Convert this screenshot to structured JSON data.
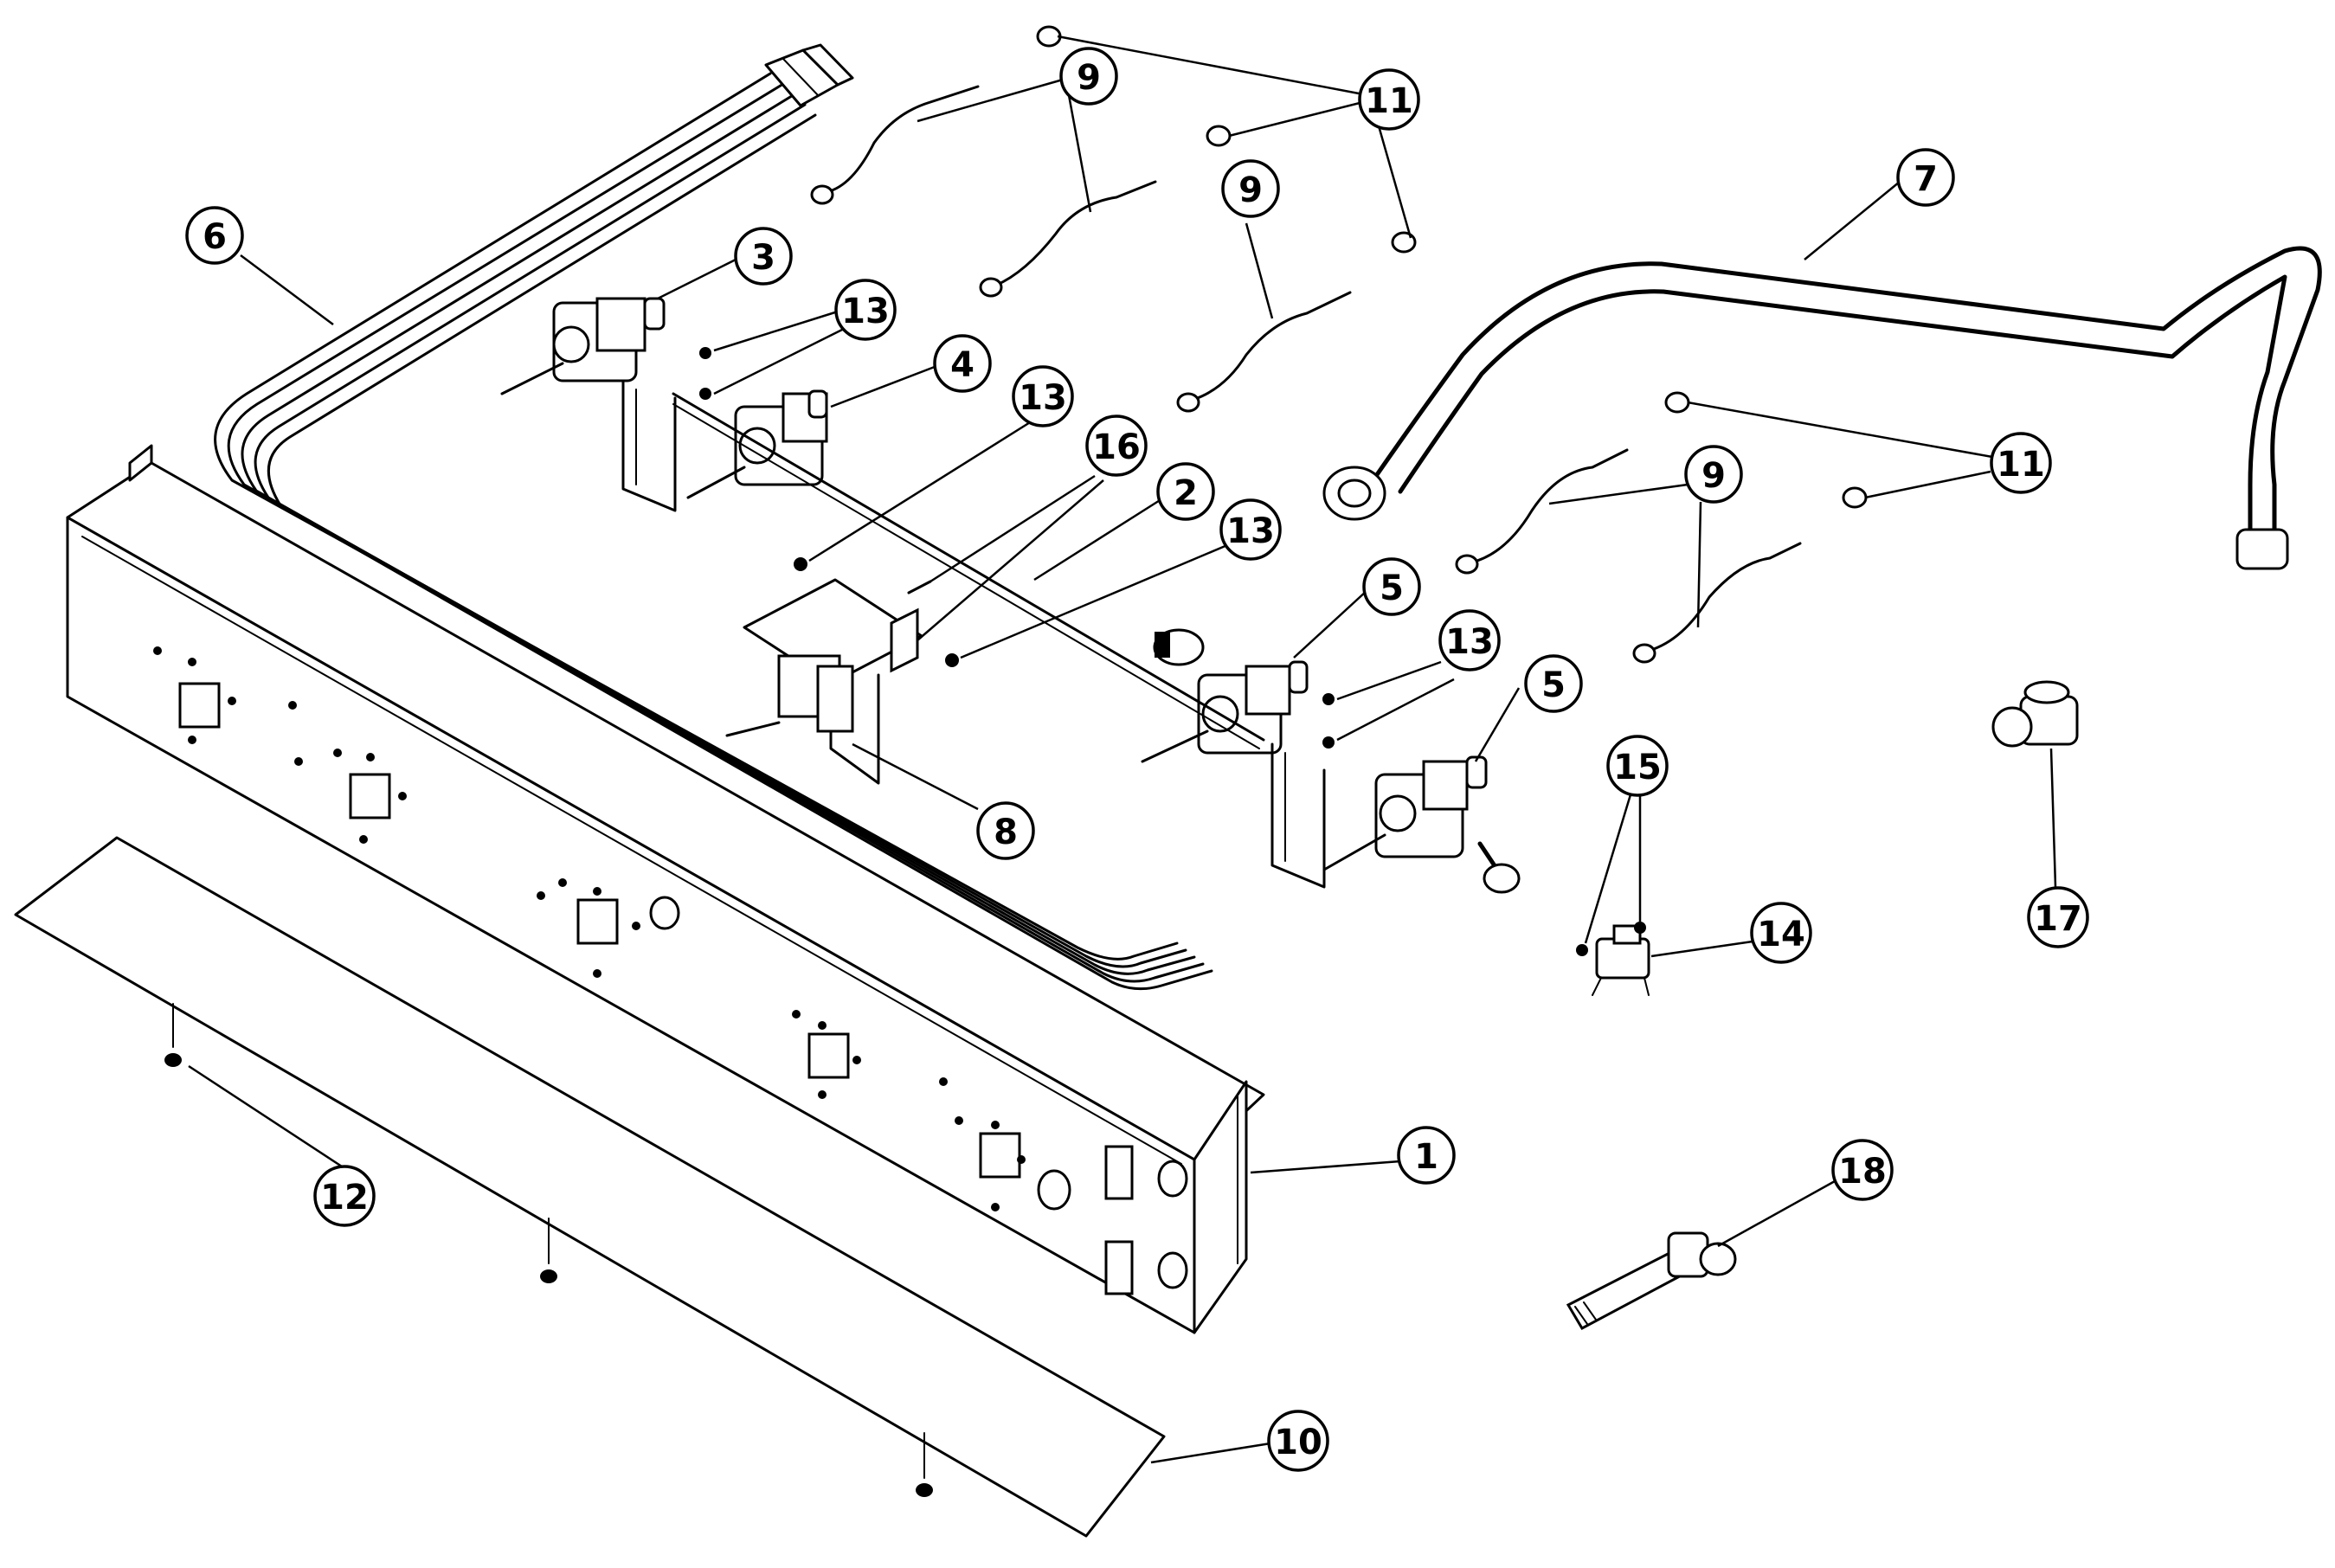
{
  "diagram": {
    "callouts": [
      {
        "id": "c1",
        "label": "1"
      },
      {
        "id": "c2",
        "label": "2"
      },
      {
        "id": "c3",
        "label": "3"
      },
      {
        "id": "c4",
        "label": "4"
      },
      {
        "id": "c5a",
        "label": "5"
      },
      {
        "id": "c5b",
        "label": "5"
      },
      {
        "id": "c6",
        "label": "6"
      },
      {
        "id": "c7",
        "label": "7"
      },
      {
        "id": "c8",
        "label": "8"
      },
      {
        "id": "c9a",
        "label": "9"
      },
      {
        "id": "c9b",
        "label": "9"
      },
      {
        "id": "c9c",
        "label": "9"
      },
      {
        "id": "c10",
        "label": "10"
      },
      {
        "id": "c11a",
        "label": "11"
      },
      {
        "id": "c11b",
        "label": "11"
      },
      {
        "id": "c12",
        "label": "12"
      },
      {
        "id": "c13a",
        "label": "13"
      },
      {
        "id": "c13b",
        "label": "13"
      },
      {
        "id": "c13c",
        "label": "13"
      },
      {
        "id": "c13d",
        "label": "13"
      },
      {
        "id": "c14",
        "label": "14"
      },
      {
        "id": "c15",
        "label": "15"
      },
      {
        "id": "c16",
        "label": "16"
      },
      {
        "id": "c17",
        "label": "17"
      },
      {
        "id": "c18",
        "label": "18"
      }
    ]
  }
}
